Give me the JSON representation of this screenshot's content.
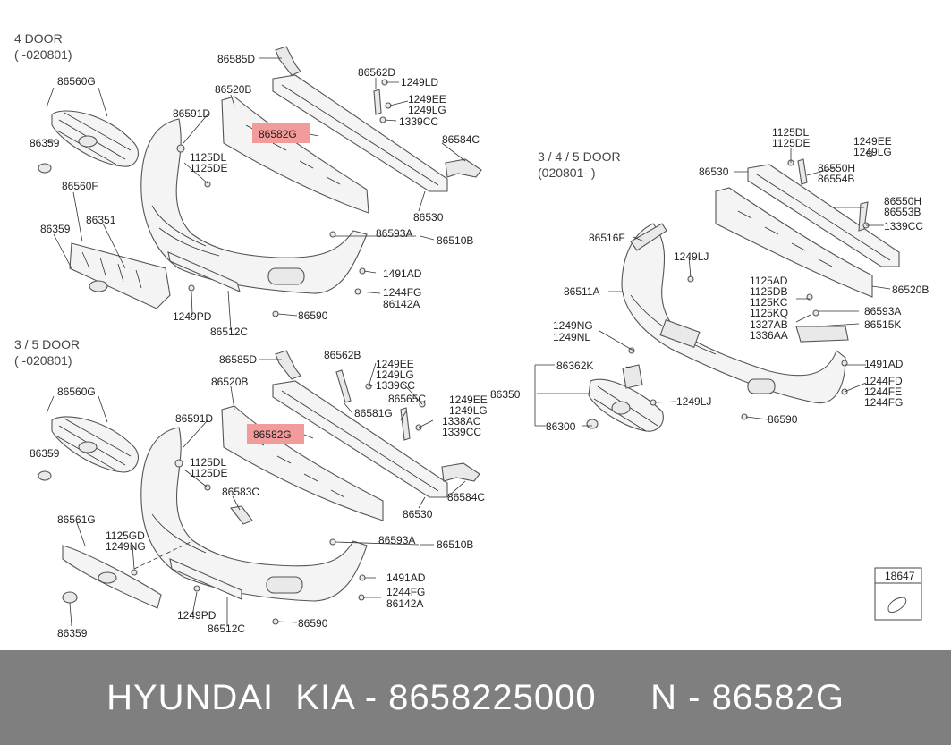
{
  "sections": {
    "four_door": {
      "title": "4 DOOR",
      "range": "( -020801)"
    },
    "three_five_door": {
      "title": "3 / 5 DOOR",
      "range": "( -020801)"
    },
    "three_four_five_door": {
      "title": "3 / 4 / 5 DOOR",
      "range": "(020801- )"
    }
  },
  "highlight_color": "#f29b9b",
  "labels": {
    "a_86585D": "86585D",
    "a_86562D": "86562D",
    "a_1249LD": "1249LD",
    "a_86560G": "86560G",
    "a_86520B": "86520B",
    "a_1249EE": "1249EE",
    "a_1249LG": "1249LG",
    "a_1339CC": "1339CC",
    "a_86591D": "86591D",
    "a_86582G": "86582G",
    "a_86359": "86359",
    "a_1125DL": "1125DL",
    "a_1125DE": "1125DE",
    "a_86584C": "86584C",
    "a_86560F": "86560F",
    "a_86530": "86530",
    "a_86351": "86351",
    "a_86359b": "86359",
    "a_86593A": "86593A",
    "a_86510B": "86510B",
    "a_1491AD": "1491AD",
    "a_1244FG": "1244FG",
    "a_86142A": "86142A",
    "a_1249PD": "1249PD",
    "a_86590": "86590",
    "a_86512C": "86512C",
    "b_86585D": "86585D",
    "b_86562B": "86562B",
    "b_86560G": "86560G",
    "b_86520B": "86520B",
    "b_1249EE": "1249EE",
    "b_1249LG": "1249LG",
    "b_1339CC": "1339CC",
    "b_86565C": "86565C",
    "b_1249EE2": "1249EE",
    "b_1249LG2": "1249LG",
    "b_86581G": "86581G",
    "b_1338AC": "1338AC",
    "b_1339CC2": "1339CC",
    "b_86591D": "86591D",
    "b_86582G": "86582G",
    "b_86359": "86359",
    "b_1125DL": "1125DL",
    "b_1125DE": "1125DE",
    "b_86584C": "86584C",
    "b_86583C": "86583C",
    "b_86530": "86530",
    "b_86561G": "86561G",
    "b_1125GD": "1125GD",
    "b_1249NG": "1249NG",
    "b_86593A": "86593A",
    "b_86510B": "86510B",
    "b_1491AD": "1491AD",
    "b_1244FG": "1244FG",
    "b_86142A": "86142A",
    "b_1249PD": "1249PD",
    "b_86590": "86590",
    "b_86512C": "86512C",
    "b_86359b": "86359",
    "c_1125DL": "1125DL",
    "c_1125DE": "1125DE",
    "c_1249EE": "1249EE",
    "c_1249LG": "1249LG",
    "c_86530": "86530",
    "c_86550H": "86550H",
    "c_86554B": "86554B",
    "c_86550H2": "86550H",
    "c_86553B": "86553B",
    "c_1339CC": "1339CC",
    "c_86516F": "86516F",
    "c_1249LJ": "1249LJ",
    "c_86511A": "86511A",
    "c_86520B": "86520B",
    "c_1125AD": "1125AD",
    "c_1125DB": "1125DB",
    "c_1125KC": "1125KC",
    "c_1125KQ": "1125KQ",
    "c_1327AB": "1327AB",
    "c_1336AA": "1336AA",
    "c_86593A": "86593A",
    "c_86515K": "86515K",
    "c_1249NG": "1249NG",
    "c_1249NL": "1249NL",
    "c_86362K": "86362K",
    "c_1491AD": "1491AD",
    "c_86350": "86350",
    "c_1244FD": "1244FD",
    "c_1244FE": "1244FE",
    "c_1244FG": "1244FG",
    "c_1249LJ2": "1249LJ",
    "c_86300": "86300",
    "c_86590": "86590"
  },
  "legend": {
    "code": "18647"
  },
  "footer": {
    "text": "HYUNDAI  KIA - 8658225000     N - 86582G"
  }
}
